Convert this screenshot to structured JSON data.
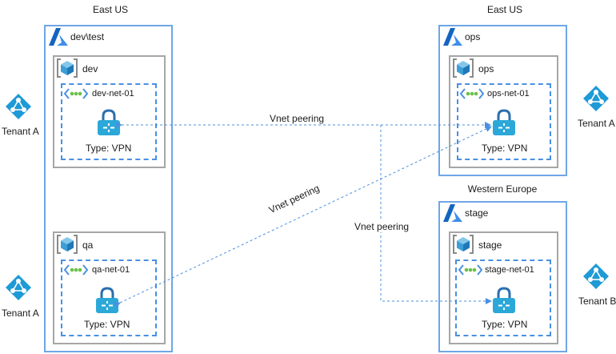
{
  "regions": {
    "east_us_left": "East US",
    "east_us_right": "East US",
    "western_europe": "Western Europe"
  },
  "subscriptions": {
    "devtest": "dev\\test",
    "ops": "ops",
    "stage": "stage"
  },
  "resource_groups": {
    "dev": "dev",
    "qa": "qa",
    "ops": "ops",
    "stage": "stage"
  },
  "vnets": {
    "dev": {
      "name": "dev-net-01",
      "gateway_type": "Type: VPN"
    },
    "qa": {
      "name": "qa-net-01",
      "gateway_type": "Type: VPN"
    },
    "ops": {
      "name": "ops-net-01",
      "gateway_type": "Type: VPN"
    },
    "stage": {
      "name": "stage-net-01",
      "gateway_type": "Type: VPN"
    }
  },
  "tenants": {
    "left_top": "Tenant A",
    "left_bottom": "Tenant A",
    "right_top": "Tenant A",
    "right_bottom": "Tenant B"
  },
  "connections": {
    "dev_ops": "Vnet peering",
    "qa_ops": "Vnet peering",
    "ops_stage": "Vnet peering"
  },
  "colors": {
    "subscription_border": "#6fa6e6",
    "resource_group_border": "#a6a6a6",
    "vnet_border": "#4a90e2",
    "peering_line": "#4a90e2",
    "gateway_icon": "#2ba8d8",
    "tenant_icon": "#1e9ad6"
  }
}
